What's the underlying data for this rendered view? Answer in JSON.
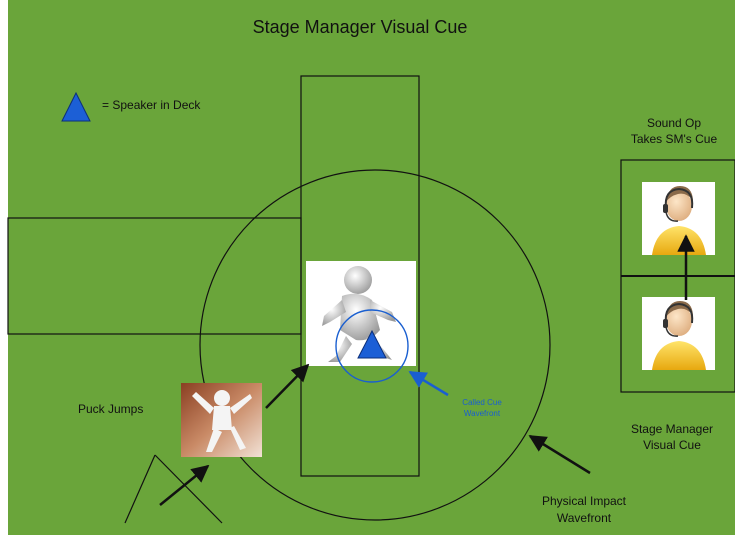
{
  "title": "Stage Manager Visual Cue",
  "legend": {
    "symbol": "blue-triangle",
    "label": "= Speaker in Deck"
  },
  "labels": {
    "sound_op_line1": "Sound Op",
    "sound_op_line2": "Takes SM's Cue",
    "puck_jumps": "Puck Jumps",
    "called_cue_line1": "Called Cue",
    "called_cue_line2": "Wavefront",
    "stage_manager_line1": "Stage Manager",
    "stage_manager_line2": "Visual Cue",
    "physical_line1": "Physical Impact",
    "physical_line2": "Wavefront"
  },
  "icons": {
    "actor": "actor-figure-icon",
    "puck": "puck-jumping-figure-icon",
    "sound_operator": "headset-operator-icon",
    "stage_manager": "headset-operator-icon",
    "speaker": "speaker-triangle-icon"
  },
  "colors": {
    "background": "#6aa53a",
    "speaker": "#1c5fd6",
    "called_cue": "#1a5fd0",
    "lines": "#111111"
  }
}
